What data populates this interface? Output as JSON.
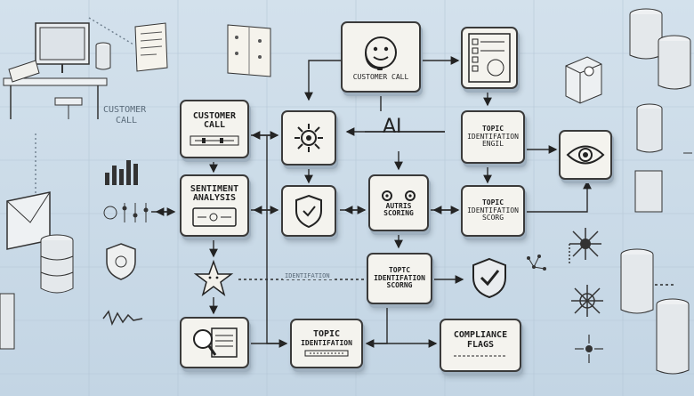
{
  "nodes": {
    "customer_call_top": "CUSTOMER CALL",
    "customer_call_left_line1": "CUSTOMER",
    "customer_call_left_line2": "CALL",
    "sentiment_line1": "SENTIMENT",
    "sentiment_line2": "ANALYSIS",
    "autris_line1": "AUTRIS",
    "autris_line2": "SCORING",
    "toptc_line1": "TOPTC",
    "toptc_line2": "IDENTIFATION",
    "toptc_line3": "SCORNG",
    "topic_bottom_line1": "TOPIC",
    "topic_bottom_line2": "IDENTIFATION",
    "compliance_line1": "COMPLIANCE",
    "compliance_line2": "FLAGS",
    "topic_engil_line1": "TOPIC",
    "topic_engil_line2": "IDENTIFATION",
    "topic_engil_line3": "ENGIL",
    "topic_scorg_line1": "TOPIC",
    "topic_scorg_line2": "IDENTIFATION",
    "topic_scorg_line3": "SCORG"
  },
  "labels": {
    "ai": "AI",
    "customer_call_float_line1": "CUSTOMER",
    "customer_call_float_line2": "CALL",
    "identification_float": "IDENTIFATION"
  },
  "colors": {
    "background": "#c9d9e6",
    "node_fill": "#f4f3ee",
    "stroke": "#3a3a3a"
  }
}
